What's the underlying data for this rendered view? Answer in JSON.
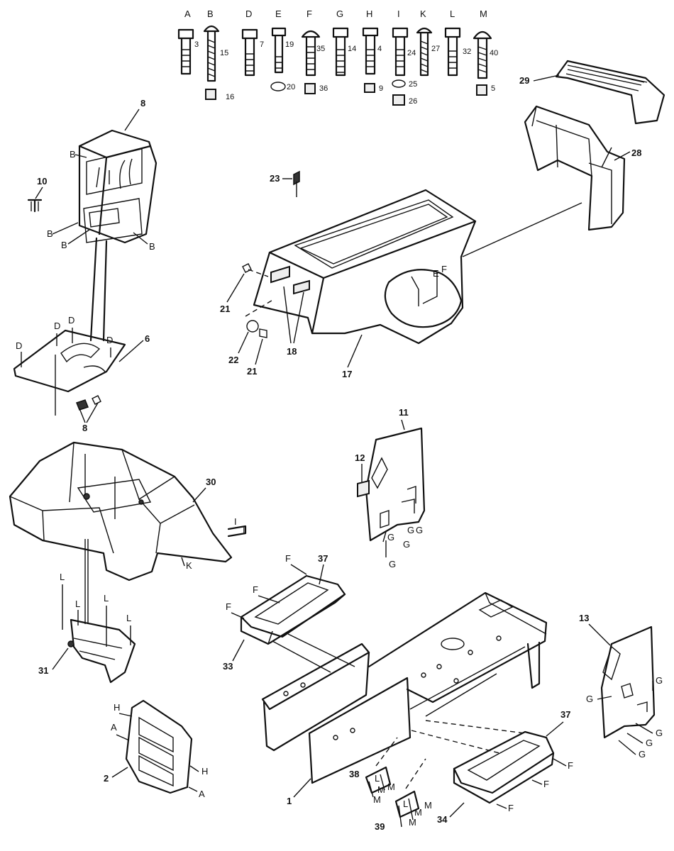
{
  "hardware": [
    {
      "letter": "A",
      "num": "3"
    },
    {
      "letter": "B",
      "num": "15",
      "nut": "16"
    },
    {
      "letter": "D",
      "num": "7"
    },
    {
      "letter": "E",
      "num": "19",
      "nut": "20"
    },
    {
      "letter": "F",
      "num": "35",
      "nut": "36"
    },
    {
      "letter": "G",
      "num": "14"
    },
    {
      "letter": "H",
      "num": "4",
      "nut": "9"
    },
    {
      "letter": "I",
      "num": "24",
      "nut": "25",
      "nut2": "26"
    },
    {
      "letter": "K",
      "num": "27"
    },
    {
      "letter": "L",
      "num": "32"
    },
    {
      "letter": "M",
      "num": "40",
      "nut": "5"
    }
  ],
  "callouts": {
    "c1": "1",
    "c2": "2",
    "c6": "6",
    "c8a": "8",
    "c8b": "8",
    "c10": "10",
    "c11": "11",
    "c12": "12",
    "c13": "13",
    "c17": "17",
    "c18": "18",
    "c21a": "21",
    "c21b": "21",
    "c22": "22",
    "c23": "23",
    "c28": "28",
    "c29": "29",
    "c30": "30",
    "c31": "31",
    "c33": "33",
    "c34": "34",
    "c37a": "37",
    "c37b": "37",
    "c38": "38",
    "c39": "39"
  },
  "letters": {
    "B": "B",
    "D": "D",
    "E": "E",
    "F": "F",
    "G": "G",
    "H": "H",
    "A": "A",
    "I": "I",
    "K": "K",
    "L": "L",
    "M": "M"
  }
}
